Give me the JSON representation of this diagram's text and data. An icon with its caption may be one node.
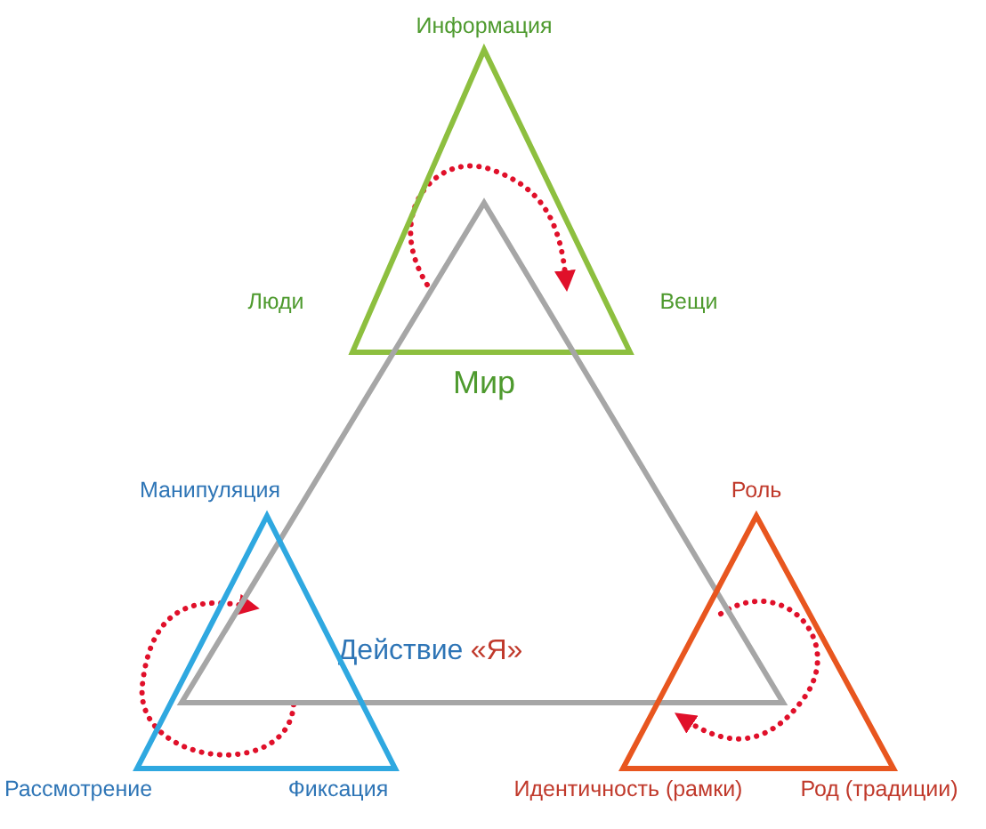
{
  "diagram": {
    "nodes": [
      {
        "text": [
          "Информация",
          "Люди",
          "Вещи"
        ]
      },
      {
        "text": [
          "Мир",
          "Действие",
          "«Я»"
        ]
      },
      {
        "text": [
          "Манипуляция",
          "Рассмотрение",
          "Фиксация"
        ]
      },
      {
        "text": [
          "Роль",
          "Идентичность (рамки)",
          "Род (традиции)"
        ]
      }
    ]
  }
}
